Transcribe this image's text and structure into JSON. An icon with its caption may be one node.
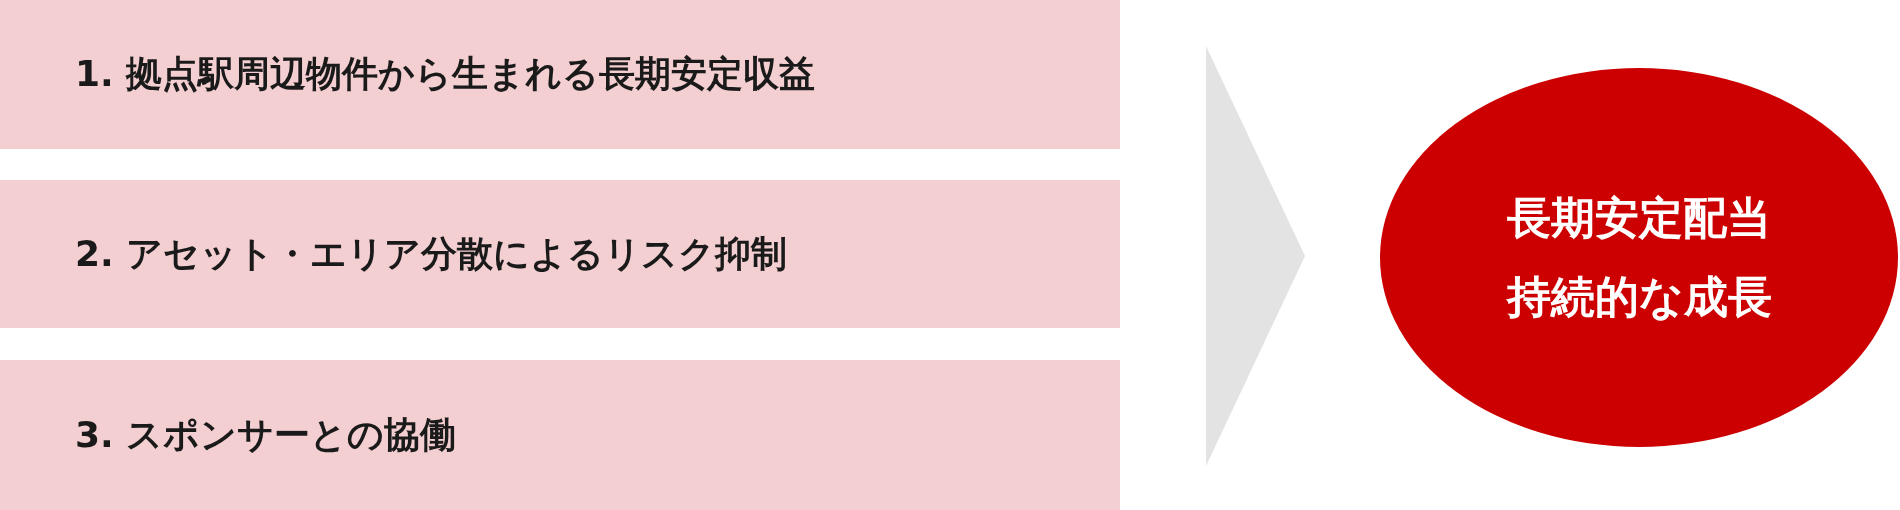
{
  "diagram": {
    "nodes": [
      {
        "text": [
          "1. 拠点駅周辺物件から生まれる長期安定収益"
        ]
      },
      {
        "text": [
          "2. アセット・エリア分散によるリスク抑制"
        ]
      },
      {
        "text": [
          "3. スポンサーとの協働"
        ]
      },
      {
        "text": [
          "長期安定配当",
          "持続的な成長"
        ]
      }
    ],
    "edges": [
      {
        "from": 0,
        "to": 3,
        "arrow": "to"
      },
      {
        "from": 1,
        "to": 3,
        "arrow": "to"
      },
      {
        "from": 2,
        "to": 3,
        "arrow": "to"
      }
    ]
  }
}
